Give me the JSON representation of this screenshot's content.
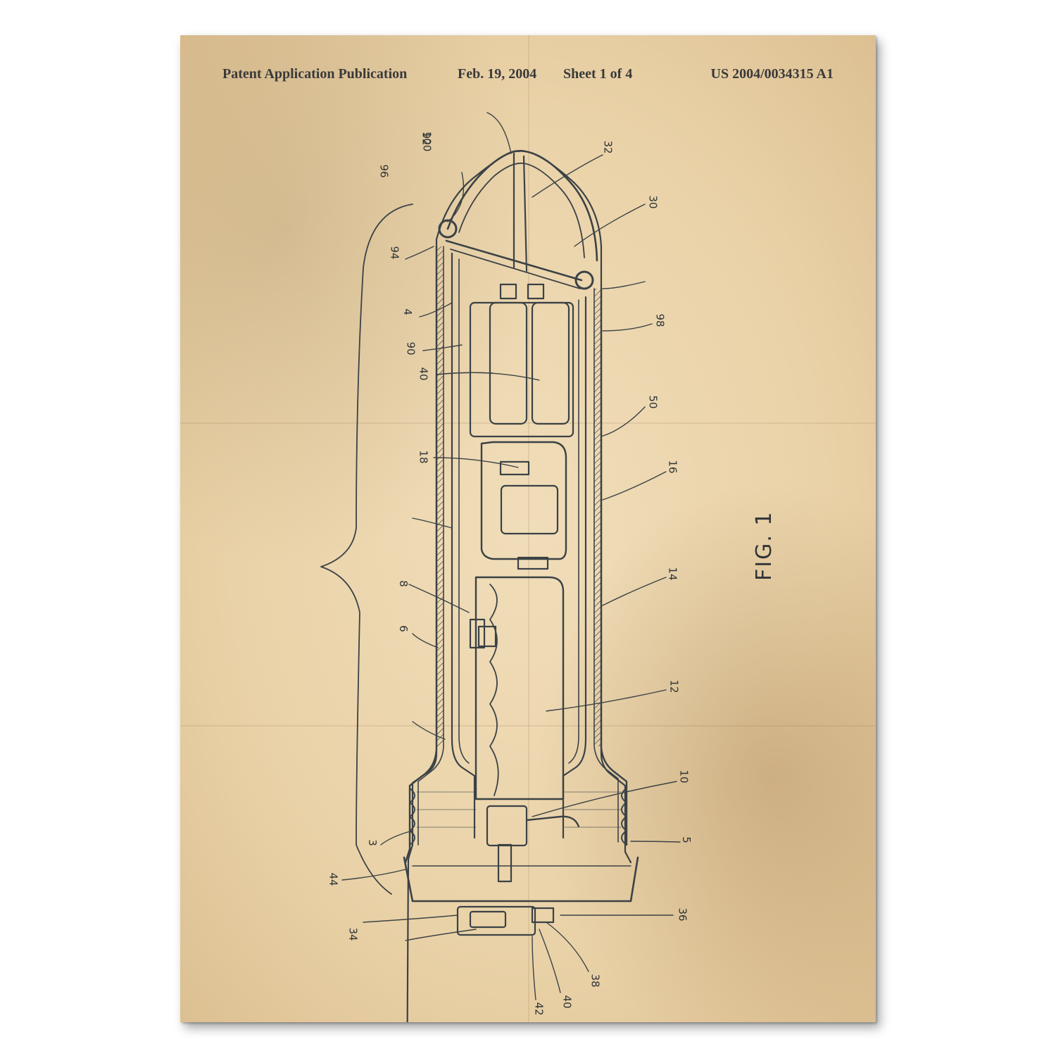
{
  "header": {
    "publication": "Patent Application Publication",
    "date": "Feb. 19, 2004",
    "sheet": "Sheet 1 of 4",
    "number": "US 2004/0034315 A1"
  },
  "figure": {
    "label": "FIG. 1"
  },
  "reference_numerals": [
    "100",
    "96",
    "92",
    "32",
    "30",
    "94",
    "4",
    "90",
    "40",
    "98",
    "50",
    "18",
    "16",
    "14",
    "8",
    "6",
    "12",
    "10",
    "5",
    "3",
    "44",
    "36",
    "34",
    "38",
    "40",
    "42"
  ]
}
